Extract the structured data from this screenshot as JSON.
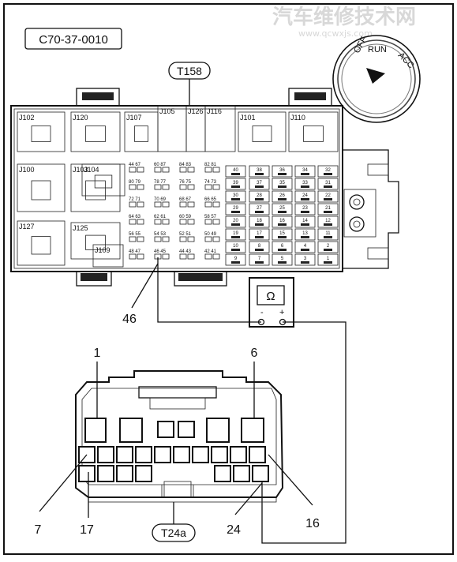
{
  "figure_code": "C70-37-0010",
  "watermark": {
    "title": "汽车维修技术网",
    "url": "www.qcwxjs.com"
  },
  "ignition_switch": {
    "off": "OFF",
    "run": "RUN",
    "acc": "ACC"
  },
  "fuse_box": {
    "connector_tag": "T158",
    "relay_labels": [
      "J102",
      "J120",
      "J107",
      "J105",
      "J126",
      "J116",
      "J101",
      "J110",
      "J100",
      "J103",
      "J104",
      "J127",
      "J125",
      "J109"
    ],
    "mini_fuses": [
      "44 67",
      "60 87",
      "84 83",
      "82 81",
      "80 79",
      "78 77",
      "76 75",
      "74 73",
      "72 71",
      "70 69",
      "68 67",
      "66 65",
      "64 63",
      "62 61",
      "60 59",
      "58 57",
      "56 55",
      "54 53",
      "52 51",
      "50 49",
      "48 47",
      "46 45",
      "44 43",
      "42 41"
    ],
    "maxi_fuses": [
      "40",
      "38",
      "36",
      "34",
      "32",
      "39",
      "37",
      "35",
      "33",
      "31",
      "30",
      "28",
      "26",
      "24",
      "22",
      "29",
      "27",
      "25",
      "23",
      "21",
      "20",
      "18",
      "16",
      "14",
      "12",
      "19",
      "17",
      "15",
      "13",
      "11",
      "10",
      "8",
      "6",
      "4",
      "2",
      "9",
      "7",
      "5",
      "3",
      "1"
    ]
  },
  "meter": {
    "symbol": "Ω",
    "minus": "-",
    "plus": "+"
  },
  "connector": {
    "tag": "T24a",
    "pin_labels": {
      "p1": "1",
      "p6": "6",
      "p7": "7",
      "p16": "16",
      "p17": "17",
      "p24": "24",
      "fuse": "46"
    }
  }
}
